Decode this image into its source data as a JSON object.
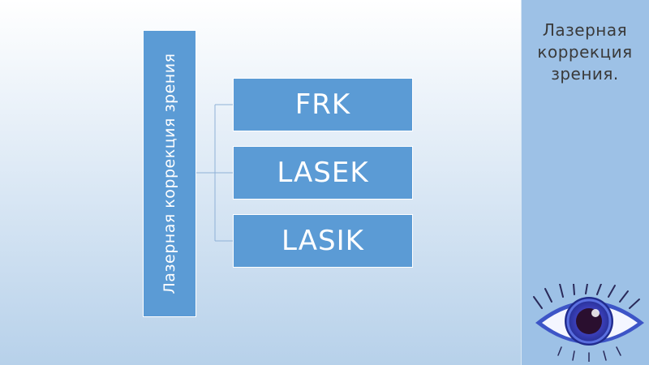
{
  "side_title": "Лазерная коррекция зрения.",
  "diagram": {
    "root": "Лазерная коррекция зрения",
    "children": [
      "FRK",
      "LASEK",
      "LASIK"
    ]
  },
  "colors": {
    "box_fill": "#5b9bd5",
    "side_panel": "#9dc1e6",
    "connector": "#8fb1d6"
  }
}
